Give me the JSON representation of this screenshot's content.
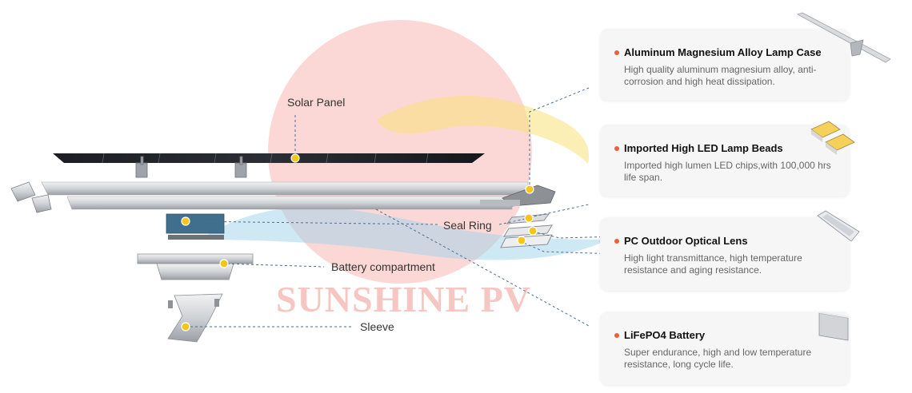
{
  "colors": {
    "accent": "#e8603c",
    "marker": "#f5c518",
    "leader": "#4a6e94",
    "watermark_sun": "#f7a9a4",
    "watermark_wave_blue": "#9fd3ea",
    "watermark_wave_yellow": "#f8e27a",
    "watermark_text": "#f4b4ae",
    "card_bg": "#f6f6f6"
  },
  "watermark": {
    "text": "SUNSHINE PV"
  },
  "labels": {
    "solar_panel": "Solar Panel",
    "seal_ring": "Seal Ring",
    "battery_compartment": "Battery compartment",
    "sleeve": "Sleeve"
  },
  "cards": [
    {
      "title": "Aluminum Magnesium Alloy Lamp Case",
      "desc": "High quality aluminum magnesium alloy, anti-corrosion and high heat dissipation.",
      "icon": "lamp-case-icon"
    },
    {
      "title": "Imported High LED Lamp Beads",
      "desc": "Imported high lumen LED chips,with 100,000 hrs life span.",
      "icon": "led-chip-icon"
    },
    {
      "title": "PC Outdoor Optical Lens",
      "desc": "High light transmittance, high temperature resistance and aging resistance.",
      "icon": "optical-lens-icon"
    },
    {
      "title": "LiFePO4 Battery",
      "desc": "Super endurance, high and low temperature resistance, long cycle life.",
      "icon": "battery-pack-icon"
    }
  ]
}
